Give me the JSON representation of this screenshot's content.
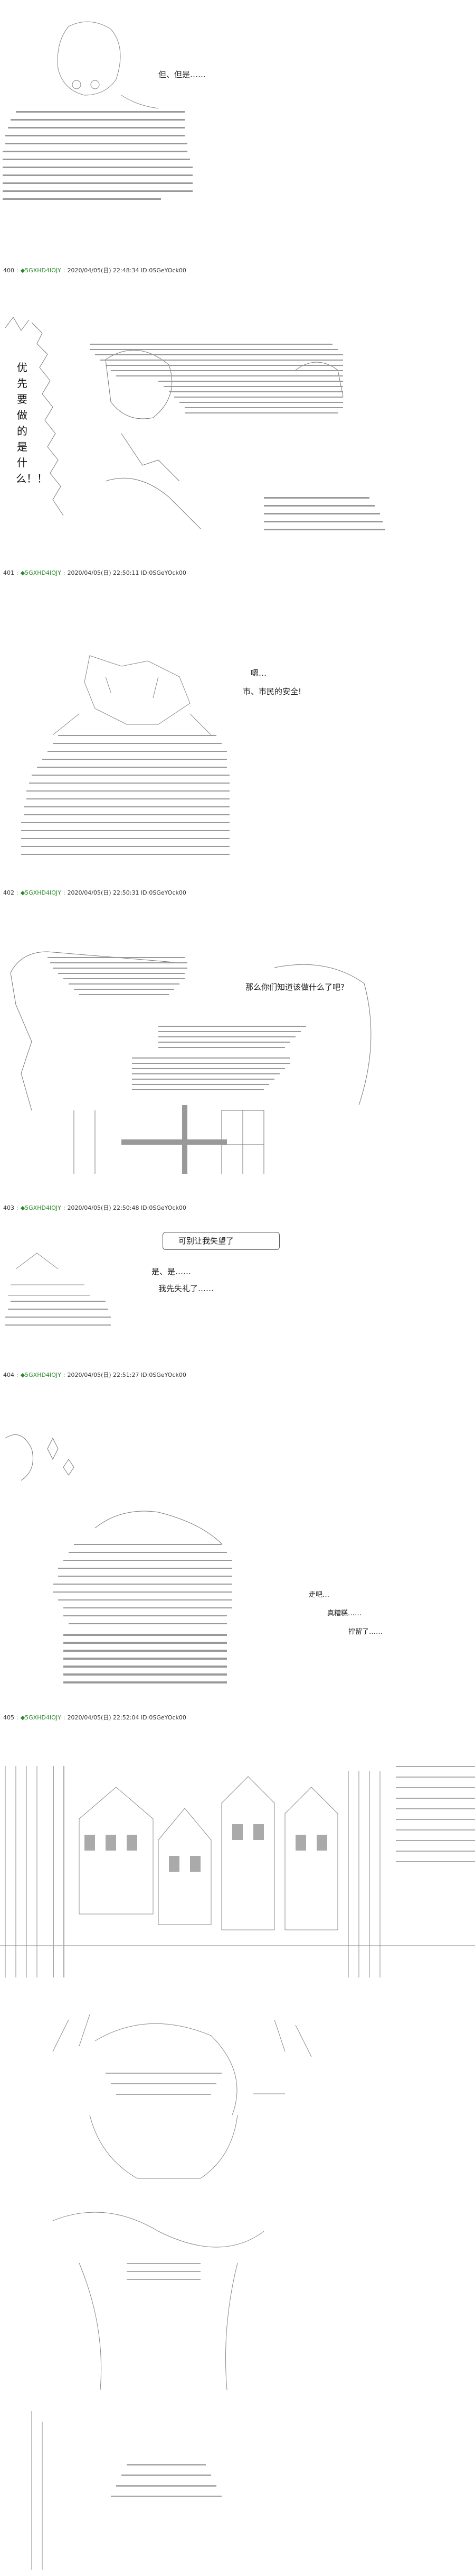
{
  "posts": [
    {
      "dialog": [
        "但、但是……"
      ]
    },
    {
      "header": {
        "num": "400",
        "sep": ":",
        "name": "◆5GXHD4IOJY",
        "date": "2020/04/05(日) 22:48:34 ID:0SGeYOck00"
      },
      "side_text": "优先要做的是什么！！",
      "dialog": []
    },
    {
      "header": {
        "num": "401",
        "sep": ":",
        "name": "◆5GXHD4IOJY",
        "date": "2020/04/05(日) 22:50:11 ID:0SGeYOck00"
      },
      "dialog": [
        "嗯…",
        "市、市民的安全!"
      ]
    },
    {
      "header": {
        "num": "402",
        "sep": ":",
        "name": "◆5GXHD4IOJY",
        "date": "2020/04/05(日) 22:50:31 ID:0SGeYOck00"
      },
      "dialog": [
        "那么你们知道该做什么了吧?"
      ]
    },
    {
      "header": {
        "num": "403",
        "sep": ":",
        "name": "◆5GXHD4IOJY",
        "date": "2020/04/05(日) 22:50:48 ID:0SGeYOck00"
      },
      "dialog": [
        "可别让我失望了",
        "是、是……",
        "我先失礼了……"
      ]
    },
    {
      "header": {
        "num": "404",
        "sep": ":",
        "name": "◆5GXHD4IOJY",
        "date": "2020/04/05(日) 22:51:27 ID:0SGeYOck00"
      },
      "dialog": [
        "走吧…",
        "真糟糕……",
        "拧留了……"
      ]
    },
    {
      "header": {
        "num": "405",
        "sep": ":",
        "name": "◆5GXHD4IOJY",
        "date": "2020/04/05(日) 22:52:04 ID:0SGeYOck00"
      },
      "dialog": []
    }
  ]
}
